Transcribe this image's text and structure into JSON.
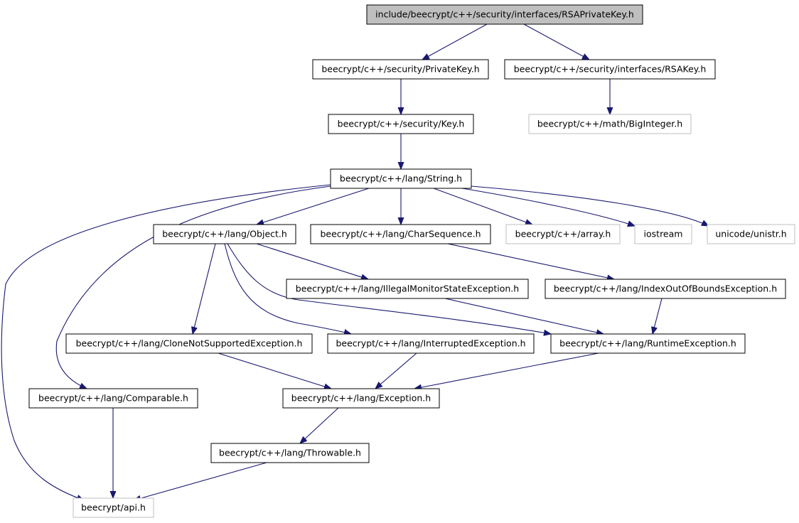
{
  "colors": {
    "edge": "#191970",
    "root_fill": "#bfbfbf",
    "resolved_stroke": "#000000",
    "unresolved_stroke": "#bfbfbf",
    "background": "#ffffff"
  },
  "nodes": [
    {
      "id": "n0",
      "label": "include/beecrypt/c++/security/interfaces/RSAPrivateKey.h",
      "kind": "root"
    },
    {
      "id": "n1",
      "label": "beecrypt/c++/security/PrivateKey.h",
      "kind": "file"
    },
    {
      "id": "n2",
      "label": "beecrypt/c++/security/interfaces/RSAKey.h",
      "kind": "file"
    },
    {
      "id": "n3",
      "label": "beecrypt/c++/security/Key.h",
      "kind": "file"
    },
    {
      "id": "n4",
      "label": "beecrypt/c++/math/BigInteger.h",
      "kind": "external"
    },
    {
      "id": "n5",
      "label": "beecrypt/c++/lang/String.h",
      "kind": "file"
    },
    {
      "id": "n6",
      "label": "beecrypt/c++/lang/Object.h",
      "kind": "file"
    },
    {
      "id": "n7",
      "label": "beecrypt/c++/lang/CharSequence.h",
      "kind": "file"
    },
    {
      "id": "n8",
      "label": "beecrypt/c++/array.h",
      "kind": "external"
    },
    {
      "id": "n9",
      "label": "iostream",
      "kind": "external"
    },
    {
      "id": "n10",
      "label": "unicode/unistr.h",
      "kind": "external"
    },
    {
      "id": "n11",
      "label": "beecrypt/c++/lang/IllegalMonitorStateException.h",
      "kind": "file"
    },
    {
      "id": "n12",
      "label": "beecrypt/c++/lang/IndexOutOfBoundsException.h",
      "kind": "file"
    },
    {
      "id": "n13",
      "label": "beecrypt/c++/lang/CloneNotSupportedException.h",
      "kind": "file"
    },
    {
      "id": "n14",
      "label": "beecrypt/c++/lang/InterruptedException.h",
      "kind": "file"
    },
    {
      "id": "n15",
      "label": "beecrypt/c++/lang/RuntimeException.h",
      "kind": "file"
    },
    {
      "id": "n16",
      "label": "beecrypt/c++/lang/Comparable.h",
      "kind": "file"
    },
    {
      "id": "n17",
      "label": "beecrypt/c++/lang/Exception.h",
      "kind": "file"
    },
    {
      "id": "n18",
      "label": "beecrypt/c++/lang/Throwable.h",
      "kind": "file"
    },
    {
      "id": "n19",
      "label": "beecrypt/api.h",
      "kind": "external"
    }
  ],
  "edges": [
    {
      "from": "n0",
      "to": "n1"
    },
    {
      "from": "n0",
      "to": "n2"
    },
    {
      "from": "n1",
      "to": "n3"
    },
    {
      "from": "n2",
      "to": "n4"
    },
    {
      "from": "n3",
      "to": "n5"
    },
    {
      "from": "n5",
      "to": "n6"
    },
    {
      "from": "n5",
      "to": "n7"
    },
    {
      "from": "n5",
      "to": "n8"
    },
    {
      "from": "n5",
      "to": "n9"
    },
    {
      "from": "n5",
      "to": "n10"
    },
    {
      "from": "n5",
      "to": "n16"
    },
    {
      "from": "n5",
      "to": "n19"
    },
    {
      "from": "n6",
      "to": "n11"
    },
    {
      "from": "n6",
      "to": "n13"
    },
    {
      "from": "n6",
      "to": "n14"
    },
    {
      "from": "n6",
      "to": "n15"
    },
    {
      "from": "n7",
      "to": "n12"
    },
    {
      "from": "n11",
      "to": "n15"
    },
    {
      "from": "n12",
      "to": "n15"
    },
    {
      "from": "n13",
      "to": "n17"
    },
    {
      "from": "n14",
      "to": "n17"
    },
    {
      "from": "n15",
      "to": "n17"
    },
    {
      "from": "n16",
      "to": "n19"
    },
    {
      "from": "n17",
      "to": "n18"
    },
    {
      "from": "n18",
      "to": "n19"
    }
  ]
}
